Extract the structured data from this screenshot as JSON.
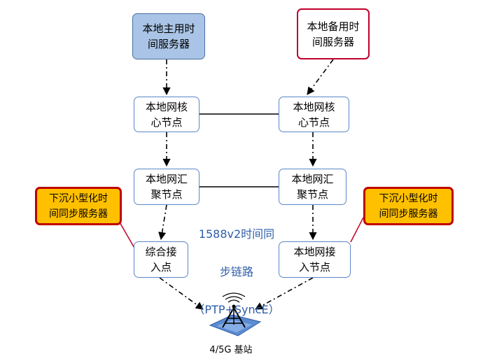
{
  "colors": {
    "connector": "#000000",
    "dashed": "#000000",
    "red_link": "#c0002a",
    "label_blue": "#2e5ea8",
    "mini_fill": "#ffc000",
    "mini_border": "#c00000",
    "server_blue_fill": "#a9c4e6"
  },
  "nodes": {
    "primary_server": "本地主用时\n间服务器",
    "backup_server": "本地备用时\n间服务器",
    "core_left": "本地网核\n心节点",
    "core_right": "本地网核\n心节点",
    "agg_left": "本地网汇\n聚节点",
    "agg_right": "本地网汇\n聚节点",
    "access_left": "综合接\n入点",
    "access_right": "本地网接\n入节点",
    "mini_left": "下沉小型化时\n间同步服务器",
    "mini_right": "下沉小型化时\n间同步服务器"
  },
  "link_label": {
    "line1": "1588v2时间同",
    "line2": "步链路",
    "line3": "（PTP+SyncE）"
  },
  "base_station": {
    "label": "4/5G 基站",
    "icon": "cell-tower-icon"
  }
}
